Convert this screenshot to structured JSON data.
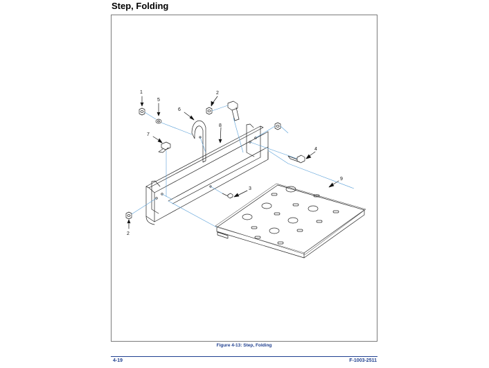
{
  "page": {
    "title": "Step, Folding",
    "caption": "Figure 4-13:  Step, Folding",
    "page_number": "4-19",
    "doc_id": "F-1003-2511"
  },
  "diagram": {
    "callouts": {
      "c1": "1",
      "c5": "5",
      "c6": "6",
      "c2_top": "2",
      "c8": "8",
      "c7": "7",
      "c4": "4",
      "c9": "9",
      "c3": "3",
      "c2_bottom": "2"
    }
  },
  "colors": {
    "leader_line": "#5aa0d8",
    "ink": "#222222",
    "caption": "#1f3f8f"
  }
}
